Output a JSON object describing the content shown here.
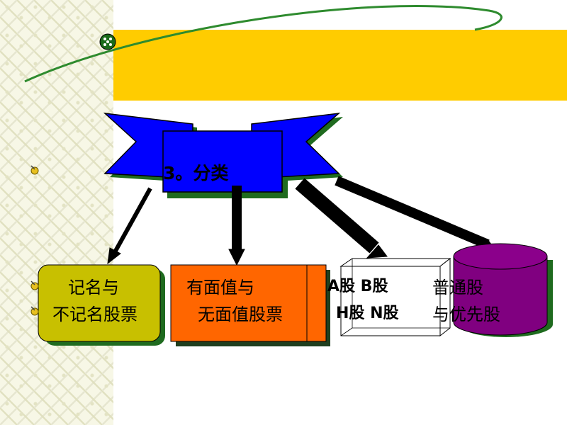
{
  "title": "3。分类",
  "boxes": [
    {
      "line1": "记名与",
      "line2": "不记名股票",
      "color": "#c8c000"
    },
    {
      "line1": "有面值与",
      "line2": "无面值股票",
      "color": "#ff6600"
    },
    {
      "line1": "A股  B股",
      "line2": "H股  N股",
      "color": "#ffffff"
    },
    {
      "line1": "普通股",
      "line2": "与优先股",
      "color": "#800080"
    }
  ],
  "colors": {
    "band": "#ffcc00",
    "banner": "#0000ff",
    "arrow": "#000000",
    "bullet": "#e8c020"
  }
}
